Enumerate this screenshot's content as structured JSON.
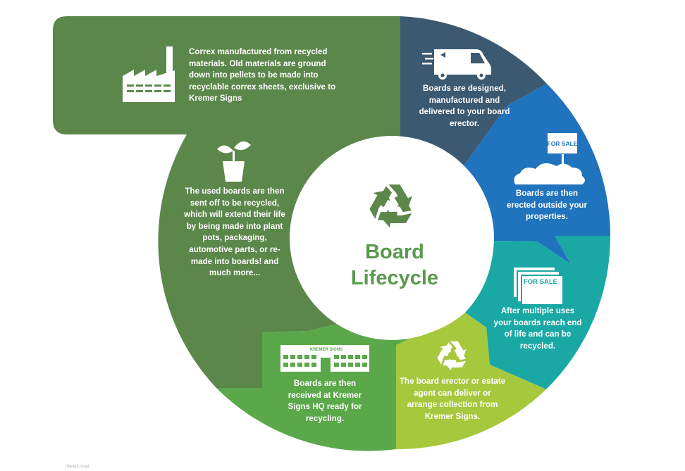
{
  "title": {
    "line1": "Board",
    "line2": "Lifecycle"
  },
  "colors": {
    "green_dark": "#5b874b",
    "navy": "#3b5a72",
    "blue": "#2073bd",
    "teal": "#1aa8a5",
    "lime": "#a6c83c",
    "green_mid": "#5aa84a",
    "title_green": "#5a9a4d",
    "recycle_green": "#5b874b"
  },
  "stages": [
    {
      "id": "manufacture",
      "icon": "factory-icon",
      "text": "Correx manufactured from recycled materials. Old materials are ground down into pellets to be made into recyclable correx sheets, exclusive to Kremer Signs"
    },
    {
      "id": "delivery",
      "icon": "van-icon",
      "text": "Boards are designed, manufactured and delivered to your board erector."
    },
    {
      "id": "erect",
      "icon": "for-sale-sign-icon",
      "sign_label": "FOR SALE",
      "text": "Boards are then erected outside your properties."
    },
    {
      "id": "end-of-life",
      "icon": "for-sale-boards-stack-icon",
      "sign_label": "FOR SALE",
      "text": "After multiple uses your boards reach end of life and can be recycled."
    },
    {
      "id": "collection",
      "icon": "recycle-icon",
      "text": "The board erector or estate agent can deliver or arrange collection from Kremer Signs."
    },
    {
      "id": "hq",
      "icon": "building-icon",
      "building_label": "KREMER SIGNS",
      "text": "Boards are then received at Kremer Signs HQ ready for recycling."
    },
    {
      "id": "reuse",
      "icon": "plant-pot-icon",
      "text": "The used boards are then sent off to be recycled, which will extend their life by being made into plant pots, packaging, automotive parts, or re-made into boards! and much more..."
    }
  ],
  "footnote": "i.flwwui.ruuui"
}
